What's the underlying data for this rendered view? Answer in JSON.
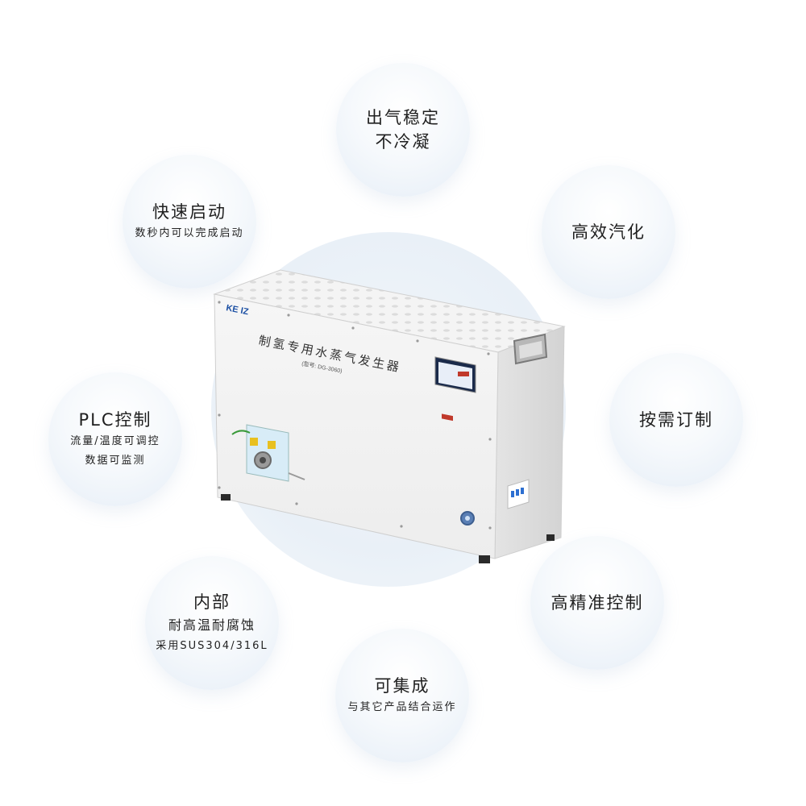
{
  "features": {
    "top": {
      "title": "出气稳定",
      "sub": "不冷凝"
    },
    "ul": {
      "title": "快速启动",
      "sub": "数秒内可以完成启动"
    },
    "ur": {
      "title": "高效汽化"
    },
    "left": {
      "title": "PLC控制",
      "sub1": "流量/温度可调控",
      "sub2": "数据可监测"
    },
    "right": {
      "title": "按需订制"
    },
    "ll": {
      "title": "内部",
      "sub1": "耐高温耐腐蚀",
      "sub2": "采用SUS304/316L"
    },
    "lr": {
      "title": "高精准控制"
    },
    "bot": {
      "title": "可集成",
      "sub": "与其它产品结合运作"
    }
  },
  "device": {
    "brand": "KE IZ",
    "name": "制氢专用水蒸气发生器",
    "model": "(型号: DG-3060)"
  },
  "colors": {
    "bubble_edge": "#e6eef7",
    "accent_blue": "#2d6fd1",
    "panel": "#f2f2f2"
  },
  "icons": [
    "handle-icon",
    "screen-icon",
    "breaker-icon",
    "power-knob-icon",
    "valve-assembly-icon"
  ]
}
